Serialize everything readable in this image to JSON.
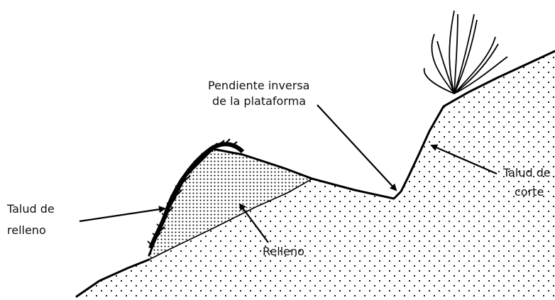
{
  "diagram": {
    "labels": {
      "pendiente_line1": "Pendiente inversa",
      "pendiente_line2": "de la plataforma",
      "talud_corte_line1": "Talud de",
      "talud_corte_line2": "corte",
      "talud_relleno_line1": "Talud de",
      "talud_relleno_line2": "relleno",
      "relleno": "Relleno"
    },
    "colors": {
      "ink": "#000000",
      "background": "#ffffff"
    }
  }
}
